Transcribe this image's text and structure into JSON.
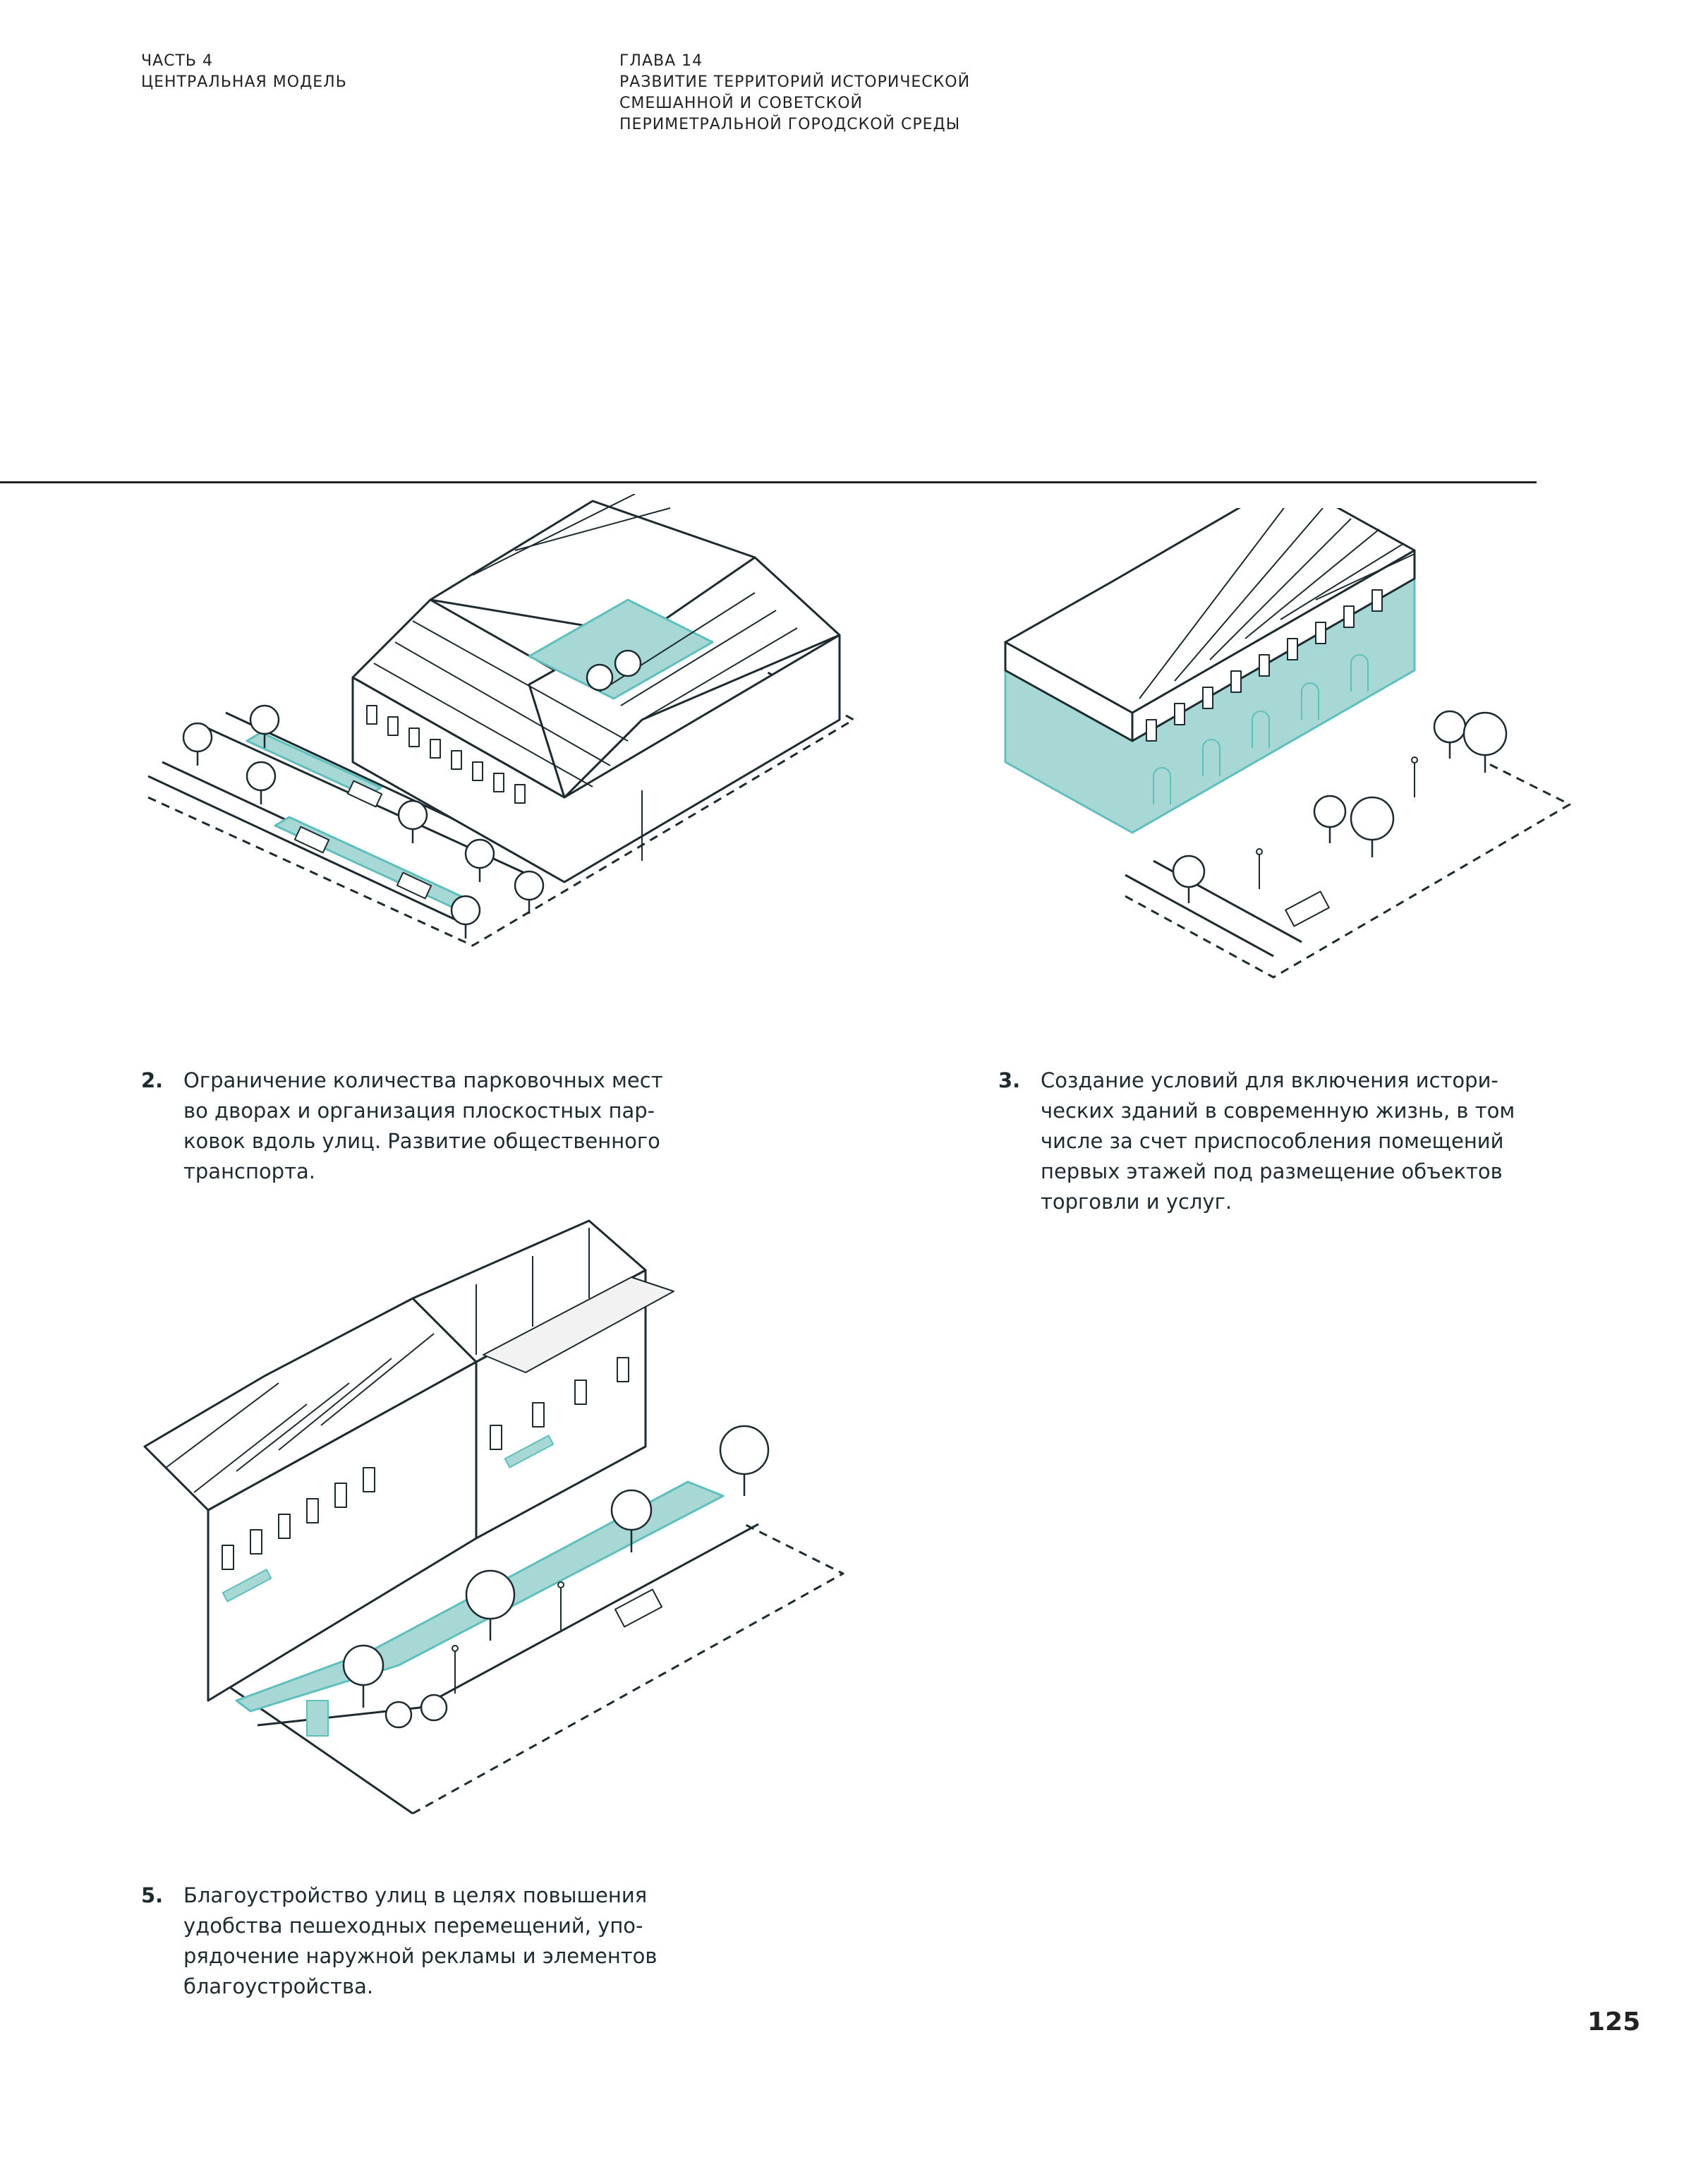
{
  "header": {
    "left": [
      "ЧАСТЬ 4",
      "ЦЕНТРАЛЬНАЯ МОДЕЛЬ"
    ],
    "right": [
      "ГЛАВА 14",
      "РАЗВИТИЕ ТЕРРИТОРИЙ ИСТОРИЧЕСКОЙ",
      "СМЕШАННОЙ И СОВЕТСКОЙ",
      "ПЕРИМЕТРАЛЬНОЙ ГОРОДСКОЙ СРЕДЫ"
    ]
  },
  "colors": {
    "accent": "#a8d8d6",
    "accent_stroke": "#5fbfbd",
    "line": "#1d2b30"
  },
  "captions": [
    {
      "number": "2.",
      "lines": [
        "Ограничение количества парковочных мест",
        "во дворах и организация плоскостных пар-",
        "ковок вдоль улиц. Развитие общественного",
        "транспорта."
      ]
    },
    {
      "number": "3.",
      "lines": [
        "Создание условий для включения истори-",
        "ческих зданий в современную жизнь, в том",
        "числе за счет приспособления помещений",
        "первых этажей под размещение объектов",
        "торговли и услуг."
      ]
    },
    {
      "number": "5.",
      "lines": [
        "Благоустройство улиц в целях повышения",
        "удобства пешеходных перемещений, упо-",
        "рядочение наружной рекламы и элементов",
        "благоустройства."
      ]
    }
  ],
  "page_number": "125"
}
